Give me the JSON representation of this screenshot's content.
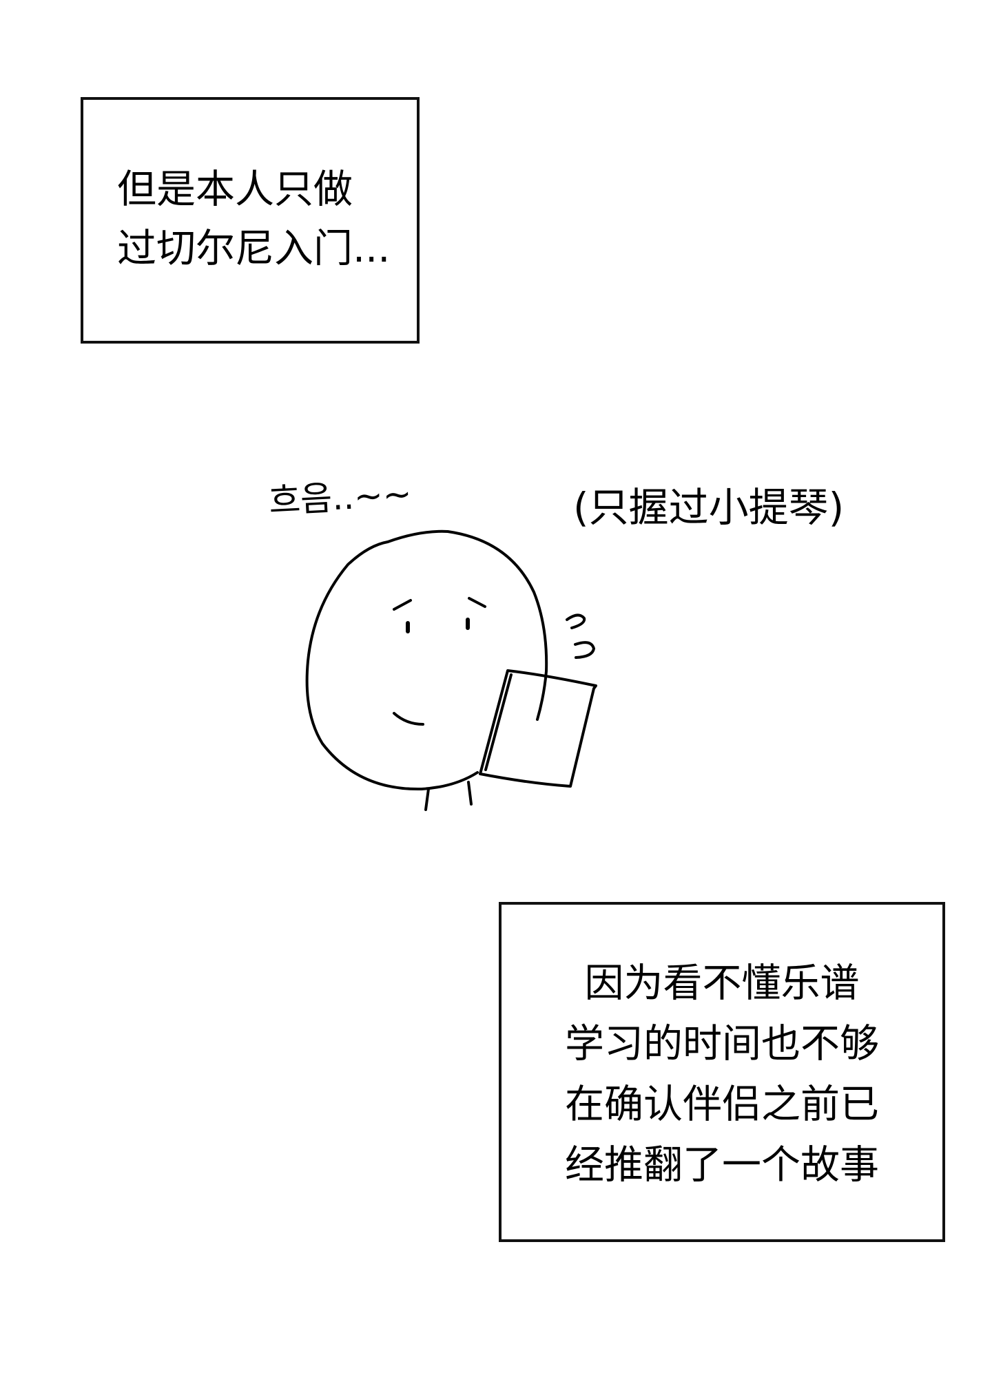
{
  "panel_top": {
    "lines": [
      "但是本人只做",
      "过切尔尼入门..."
    ]
  },
  "panel_middle": {
    "sound_effect": "흐음..~~",
    "aside": "(只握过小提琴)"
  },
  "panel_bottom": {
    "lines": [
      "因为看不懂乐谱",
      "学习的时间也不够",
      "在确认伴侣之前已",
      "经推翻了一个故事"
    ]
  }
}
